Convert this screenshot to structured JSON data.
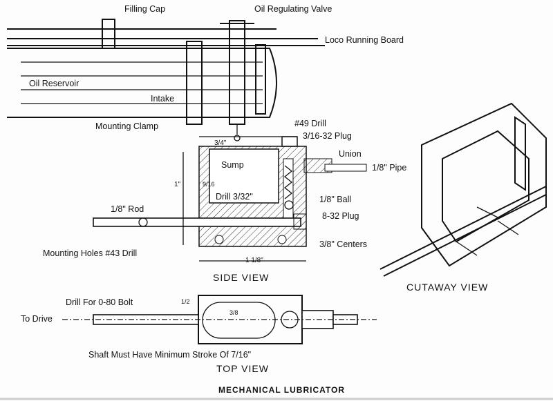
{
  "title": "MECHANICAL LUBRICATOR",
  "views": {
    "side": "SIDE VIEW",
    "top": "TOP VIEW",
    "cutaway": "CUTAWAY VIEW"
  },
  "labels": {
    "filling_cap": "Filling Cap",
    "oil_valve": "Oil Regulating Valve",
    "running_board": "Loco Running Board",
    "oil_reservoir": "Oil Reservoir",
    "intake": "Intake",
    "mounting_clamp": "Mounting Clamp",
    "drill49": "#49 Drill",
    "plug316": "3/16-32 Plug",
    "union": "Union",
    "pipe": "1/8\" Pipe",
    "sump": "Sump",
    "rod": "1/8\" Rod",
    "drill332": "Drill 3/32\"",
    "ball": "1/8\" Ball",
    "plug832": "8-32 Plug",
    "centers": "3/8\" Centers",
    "mounting_holes": "Mounting Holes #43 Drill",
    "dim_34": "3/4\"",
    "dim_916": "9/16",
    "dim_1": "1\"",
    "dim_118": "1 1/8\"",
    "drill080": "Drill For 0-80 Bolt",
    "to_drive": "To Drive",
    "dim_12": "1/2",
    "dim_38": "3/8",
    "stroke": "Shaft Must Have Minimum Stroke Of 7/16\""
  }
}
